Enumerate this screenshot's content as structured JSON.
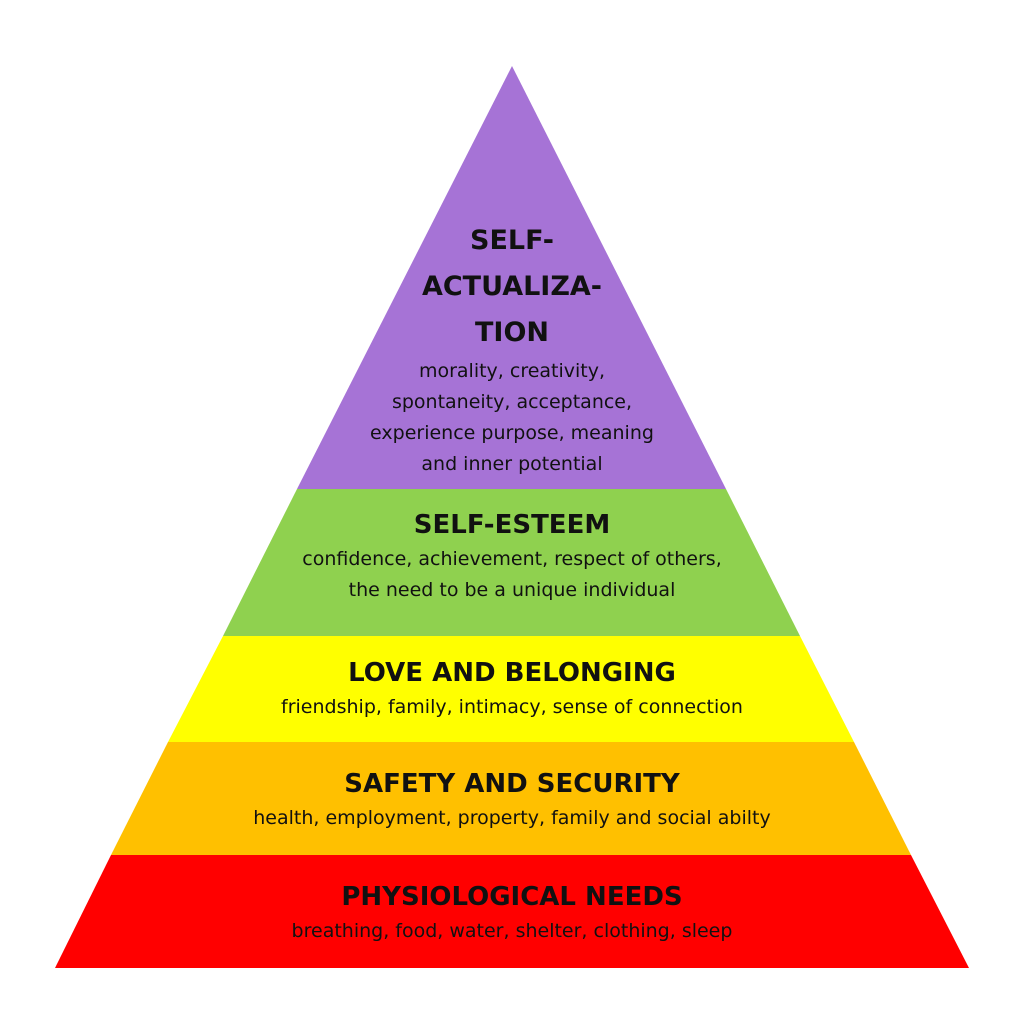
{
  "pyramid": {
    "levels": [
      {
        "key": "self_actualization",
        "title": "SELF-\nACTUALIZA-\nTION",
        "description": "morality, creativity,\nspontaneity, acceptance,\nexperience purpose, meaning\nand inner potential",
        "color": "#a673d6"
      },
      {
        "key": "self_esteem",
        "title": "SELF-ESTEEM",
        "description": "confidence, achievement, respect of others,\nthe need to be a unique individual",
        "color": "#8fd14f"
      },
      {
        "key": "love_belonging",
        "title": "LOVE AND BELONGING",
        "description": "friendship, family, intimacy, sense of connection",
        "color": "#ffff00"
      },
      {
        "key": "safety_security",
        "title": "SAFETY AND SECURITY",
        "description": "health, employment, property, family and social abilty",
        "color": "#ffc000"
      },
      {
        "key": "physiological",
        "title": "PHYSIOLOGICAL NEEDS",
        "description": "breathing, food, water, shelter, clothing, sleep",
        "color": "#ff0000"
      }
    ]
  }
}
